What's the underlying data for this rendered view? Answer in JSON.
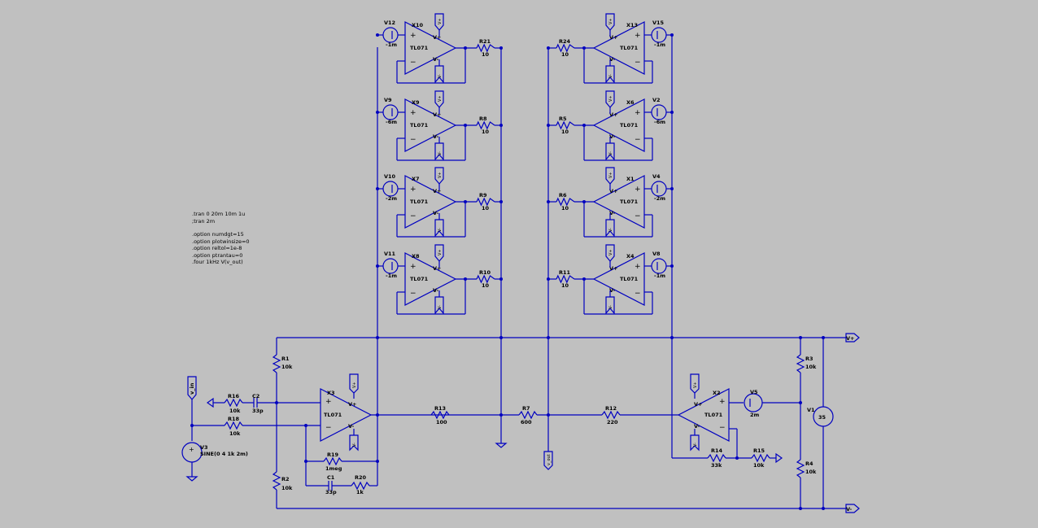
{
  "directives": [
    ".tran 0 20m 10m 1u",
    ";tran 2m",
    "",
    ".option numdgt=15",
    ".option plotwinsize=0",
    ".option reltol=1e-8",
    ".option ptrantau=0",
    ".four 1kHz V(v_out)"
  ],
  "opamp_model": "TL071",
  "pin_labels": {
    "plus": "+",
    "minus": "−",
    "vplus": "V+",
    "vminus": "V-"
  },
  "left_bank": [
    {
      "opamp": "X10",
      "source": "V12",
      "source_value": "-1m",
      "resistor": "R21",
      "resistor_value": "10"
    },
    {
      "opamp": "X9",
      "source": "V9",
      "source_value": "-6m",
      "resistor": "R8",
      "resistor_value": "10"
    },
    {
      "opamp": "X7",
      "source": "V10",
      "source_value": "-2m",
      "resistor": "R9",
      "resistor_value": "10"
    },
    {
      "opamp": "X8",
      "source": "V11",
      "source_value": "-1m",
      "resistor": "R10",
      "resistor_value": "10"
    }
  ],
  "right_bank": [
    {
      "opamp": "X13",
      "source": "V15",
      "source_value": "-1m",
      "resistor": "R24",
      "resistor_value": "10"
    },
    {
      "opamp": "X6",
      "source": "V2",
      "source_value": "-6m",
      "resistor": "R5",
      "resistor_value": "10"
    },
    {
      "opamp": "X1",
      "source": "V4",
      "source_value": "-2m",
      "resistor": "R6",
      "resistor_value": "10"
    },
    {
      "opamp": "X4",
      "source": "V8",
      "source_value": "-1m",
      "resistor": "R11",
      "resistor_value": "10"
    }
  ],
  "main": {
    "r1": {
      "name": "R1",
      "value": "10k"
    },
    "r2": {
      "name": "R2",
      "value": "10k"
    },
    "r3": {
      "name": "R3",
      "value": "10k"
    },
    "r4": {
      "name": "R4",
      "value": "10k"
    },
    "r16": {
      "name": "R16",
      "value": "10k"
    },
    "r18": {
      "name": "R18",
      "value": "10k"
    },
    "c2": {
      "name": "C2",
      "value": "33p"
    },
    "c1": {
      "name": "C1",
      "value": "33p"
    },
    "r19": {
      "name": "R19",
      "value": "1meg"
    },
    "r20": {
      "name": "R20",
      "value": "1k"
    },
    "x3": {
      "name": "X3",
      "model": "TL071"
    },
    "x2": {
      "name": "X2",
      "model": "TL071"
    },
    "r13": {
      "name": "R13",
      "value": "100"
    },
    "r7": {
      "name": "R7",
      "value": "600"
    },
    "r12": {
      "name": "R12",
      "value": "220"
    },
    "r14": {
      "name": "R14",
      "value": "33k"
    },
    "r15": {
      "name": "R15",
      "value": "10k"
    },
    "v5": {
      "name": "V5",
      "value": "2m"
    },
    "v1": {
      "name": "V1",
      "value": "35"
    },
    "v3": {
      "name": "V3",
      "value": "SINE(0 4 1k 2m)"
    }
  },
  "net_labels": {
    "vplus": "V+",
    "vminus": "V-",
    "vin": "v_in",
    "vout": "v_out"
  }
}
